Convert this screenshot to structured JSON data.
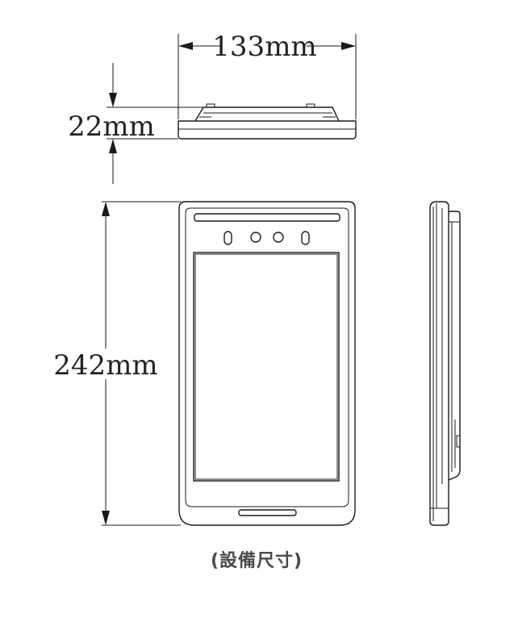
{
  "dimensions": {
    "width_label": "133mm",
    "depth_label": "22mm",
    "height_label": "242mm"
  },
  "caption": "(設備尺寸)"
}
